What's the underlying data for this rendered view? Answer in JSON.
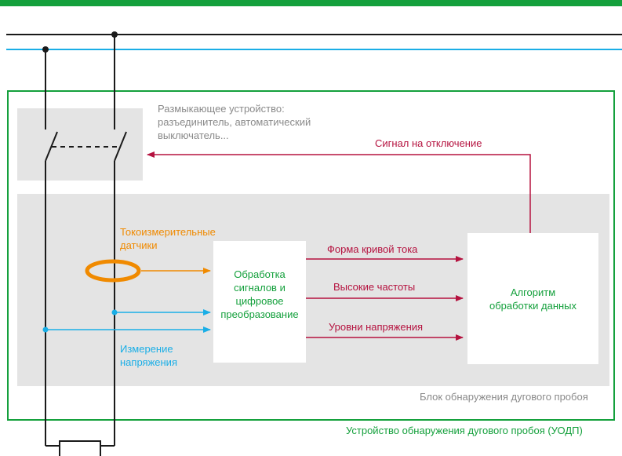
{
  "labels": {
    "breaker": "Размыкающее устройство:\nразъединитель, автоматический\nвыключатель...",
    "trip_signal": "Сигнал на отключение",
    "current_sensors": "Токоизмерительные\nдатчики",
    "voltage_measure": "Измерение\nнапряжения",
    "processing": "Обработка\nсигналов и\nцифровое\nпреобразование",
    "waveform": "Форма кривой тока",
    "high_freq": "Высокие частоты",
    "voltage_levels": "Уровни напряжения",
    "algorithm": "Алгоритм\nобработки данных",
    "detection_block": "Блок обнаружения дугового пробоя",
    "device": "Устройство обнаружения дугового пробоя (УОДП)"
  },
  "colors": {
    "top_band": "#14a03c",
    "device_border": "#14a03c",
    "gray_panel": "#e4e4e4",
    "wire": "#1a1a1a",
    "cyan": "#1aaee6",
    "orange": "#f08a00",
    "crimson": "#b5123f"
  }
}
